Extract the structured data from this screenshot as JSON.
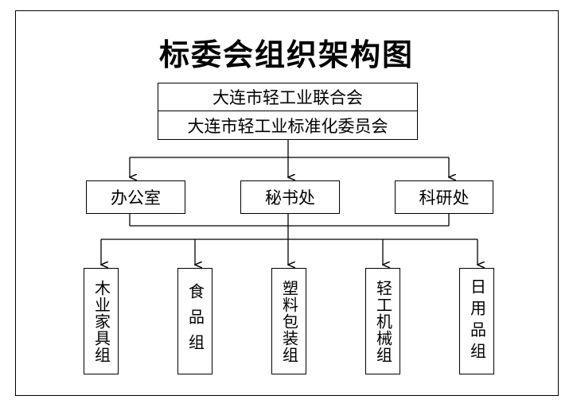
{
  "title": "标委会组织架构图",
  "top": {
    "line1": "大连市轻工业联合会",
    "line2": "大连市轻工业标准化委员会"
  },
  "departments": [
    "办公室",
    "秘书处",
    "科研处"
  ],
  "groups": [
    "木业家具组",
    "食品组",
    "塑料包装组",
    "轻工机械组",
    "日用品组"
  ]
}
